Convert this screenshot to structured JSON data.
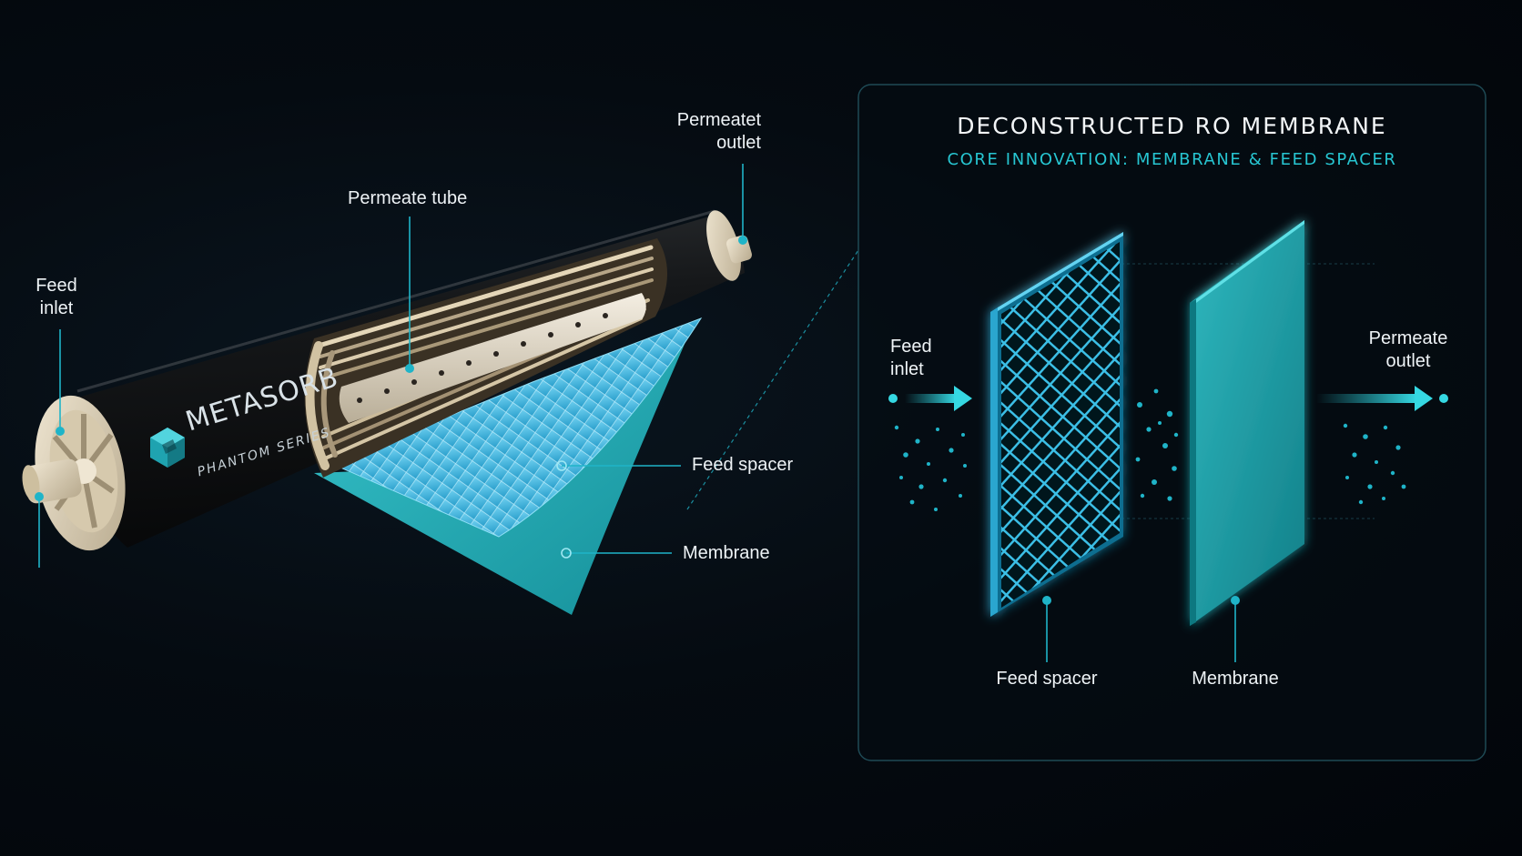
{
  "panel": {
    "title": "DECONSTRUCTED RO MEMBRANE",
    "subtitle": "CORE INNOVATION: MEMBRANE & FEED SPACER"
  },
  "left_labels": {
    "feed_inlet_line1": "Feed",
    "feed_inlet_line2": "inlet",
    "permeate_tube": "Permeate tube",
    "permeate_outlet_line1": "Permeatet",
    "permeate_outlet_line2": "outlet",
    "feed_spacer": "Feed spacer",
    "membrane": "Membrane"
  },
  "right_labels": {
    "feed_inlet_line1": "Feed",
    "feed_inlet_line2": "inlet",
    "permeate_outlet_line1": "Permeate",
    "permeate_outlet_line2": "outlet",
    "feed_spacer": "Feed spacer",
    "membrane": "Membrane"
  },
  "brand": {
    "name": "METASORB",
    "series": "PHANTOM SERIES"
  },
  "colors": {
    "accent": "#27c6d2",
    "callout": "#1fb4c8",
    "spacer": "#3fb9dd",
    "membrane": "#1fa9b3",
    "cylinder": "#141618",
    "endcap": "#e2d6bf",
    "panel_border": "#1e4a55"
  },
  "icons": {
    "brand_logo": "cube-logo-icon",
    "flow_arrow": "right-arrow-icon"
  }
}
